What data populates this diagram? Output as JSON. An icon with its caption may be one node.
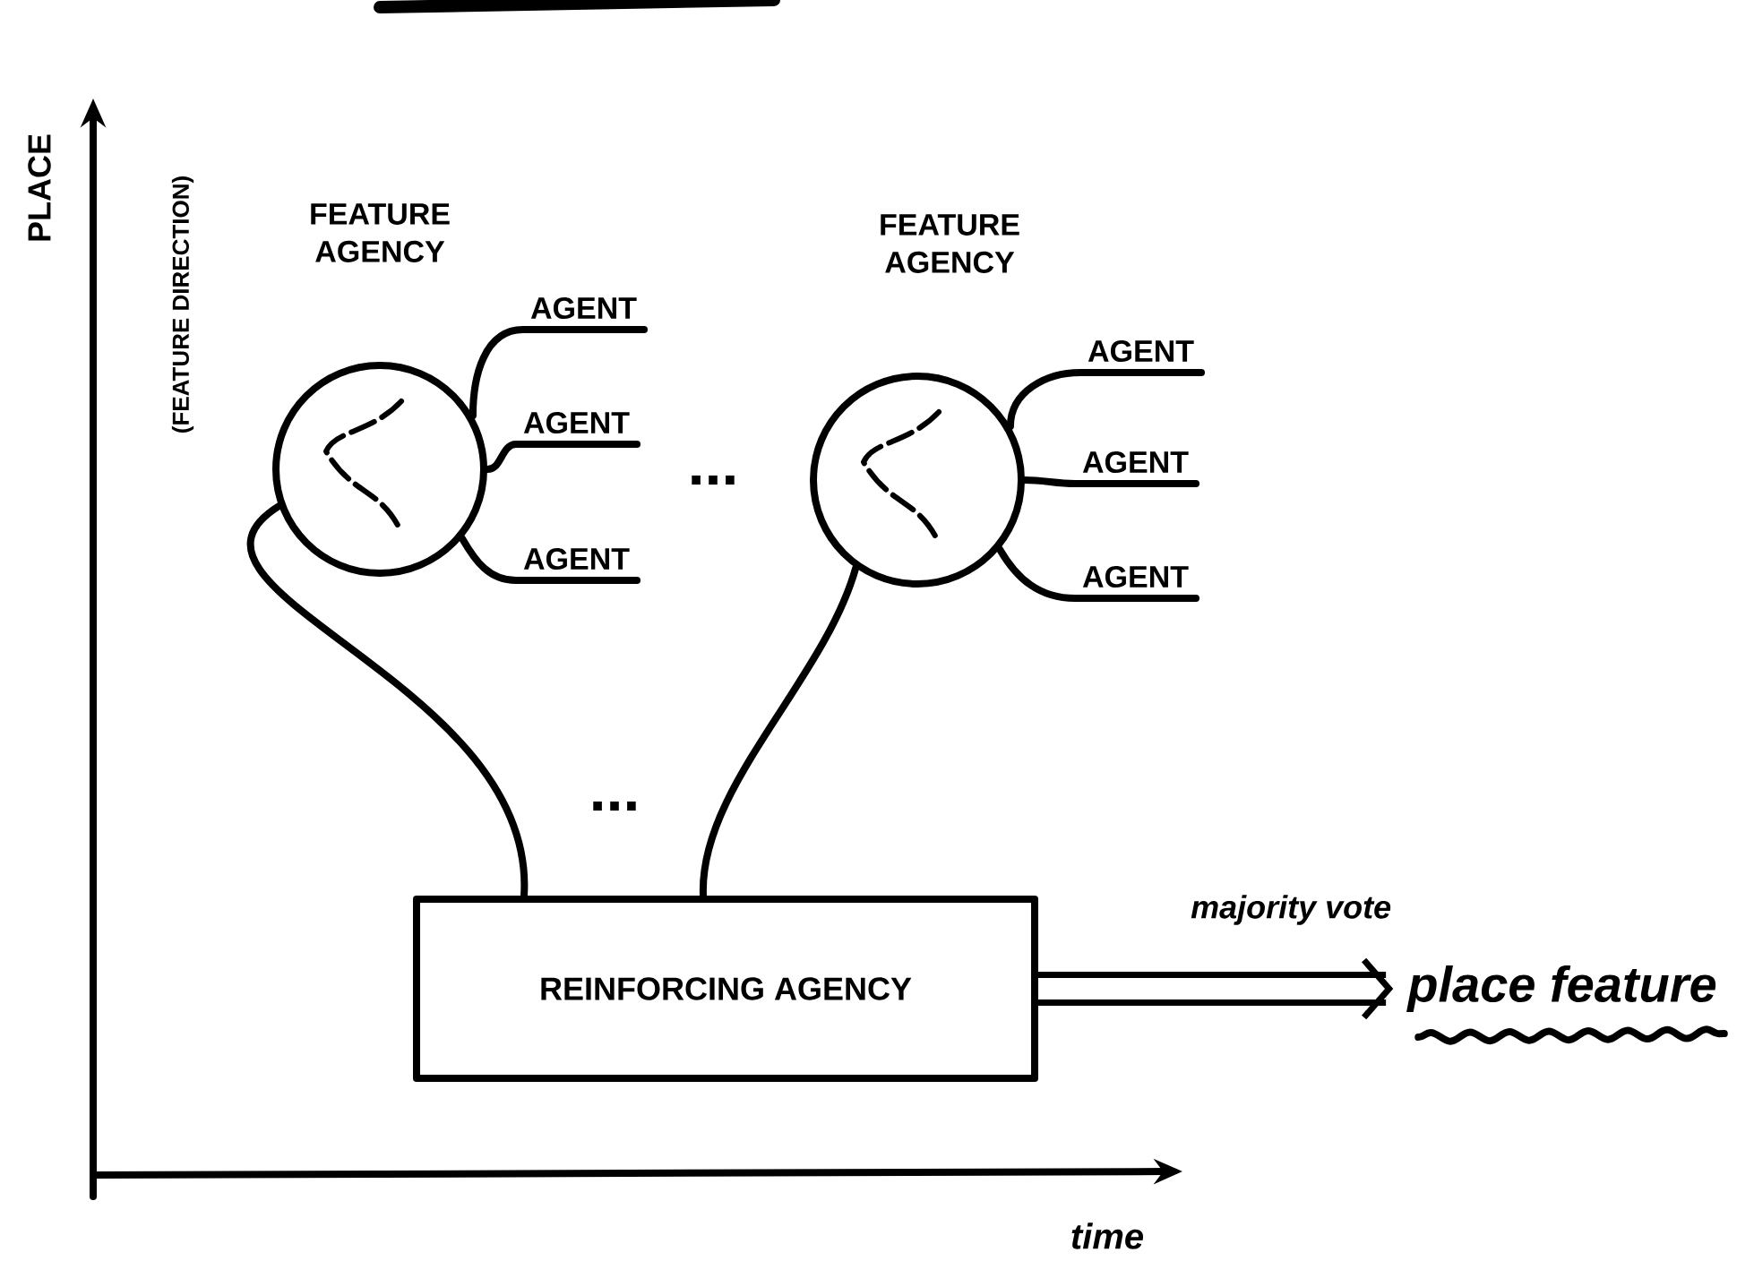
{
  "diagram": {
    "nodes": [
      {
        "text": [
          "FEATURE AGENCY"
        ]
      },
      {
        "text": [
          "AGENT"
        ]
      },
      {
        "text": [
          "AGENT"
        ]
      },
      {
        "text": [
          "AGENT"
        ]
      },
      {
        "text": [
          "FEATURE AGENCY"
        ]
      },
      {
        "text": [
          "AGENT"
        ]
      },
      {
        "text": [
          "AGENT"
        ]
      },
      {
        "text": [
          "AGENT"
        ]
      },
      {
        "text": [
          "REINFORCING AGENCY"
        ]
      },
      {
        "text": [
          "place feature"
        ]
      }
    ],
    "edges": [
      {
        "from": 0,
        "to": 1,
        "arrow": "none"
      },
      {
        "from": 0,
        "to": 2,
        "arrow": "none"
      },
      {
        "from": 0,
        "to": 3,
        "arrow": "none"
      },
      {
        "from": 4,
        "to": 5,
        "arrow": "none"
      },
      {
        "from": 4,
        "to": 6,
        "arrow": "none"
      },
      {
        "from": 4,
        "to": 7,
        "arrow": "none"
      },
      {
        "from": 0,
        "to": 8,
        "arrow": "none"
      },
      {
        "from": 4,
        "to": 8,
        "arrow": "none"
      },
      {
        "from": 8,
        "to": 9,
        "arrow": "to",
        "style": "thick",
        "label": "majority vote"
      }
    ],
    "labels": [
      "...",
      "...",
      "PLACE",
      "(FEATURE DIRECTION)",
      "time"
    ]
  }
}
